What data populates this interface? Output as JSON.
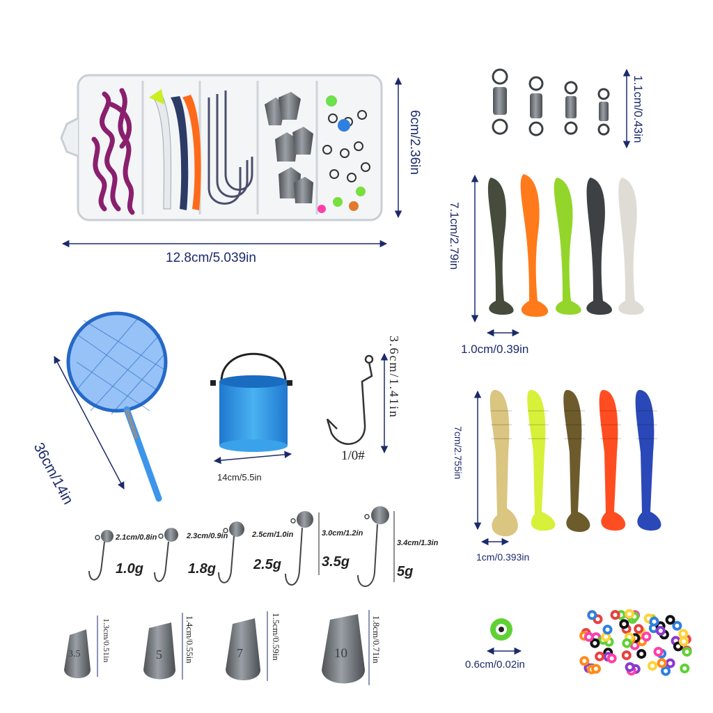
{
  "box": {
    "dimension_height": "6cm/2.36in",
    "dimension_width": "12.8cm/5.039in"
  },
  "swivels": {
    "dimension": "1.1cm/0.43in"
  },
  "paddle_tails": {
    "dimension_length": "7.1cm/2.79in",
    "dimension_width": "1.0cm/0.39in"
  },
  "net": {
    "dimension": "36cm/14in"
  },
  "bucket": {
    "dimension": "14cm/5.5in"
  },
  "hook": {
    "dimension": "3.6cm/1.41in",
    "size": "1/0#"
  },
  "ribbed_tails": {
    "dimension_length": "7cm/2.755in",
    "dimension_width": "1cm/0.393in"
  },
  "jig_heads": [
    {
      "size": "2.1cm/0.8in",
      "weight": "1.0g"
    },
    {
      "size": "2.3cm/0.9in",
      "weight": "1.8g"
    },
    {
      "size": "2.5cm/1.0in",
      "weight": "2.5g"
    },
    {
      "size": "3.0cm/1.2in",
      "weight": "3.5g"
    },
    {
      "size": "3.4cm/1.3in",
      "weight": "5g"
    }
  ],
  "sinkers": [
    {
      "mark": "3.5",
      "size": "1.3cm/0.51in"
    },
    {
      "mark": "5",
      "size": "1.4cm/0.55in"
    },
    {
      "mark": "7",
      "size": "1.5cm/0.59in"
    },
    {
      "mark": "10",
      "size": "1.8cm/0.71in"
    }
  ],
  "beads": {
    "dimension": "0.6cm/0.02in"
  },
  "colors": {
    "arrow": "#1b2a6b",
    "net_blue": "#2f7fe0",
    "bucket_blue": "#2f9ae6",
    "metal": "#6f7378"
  }
}
